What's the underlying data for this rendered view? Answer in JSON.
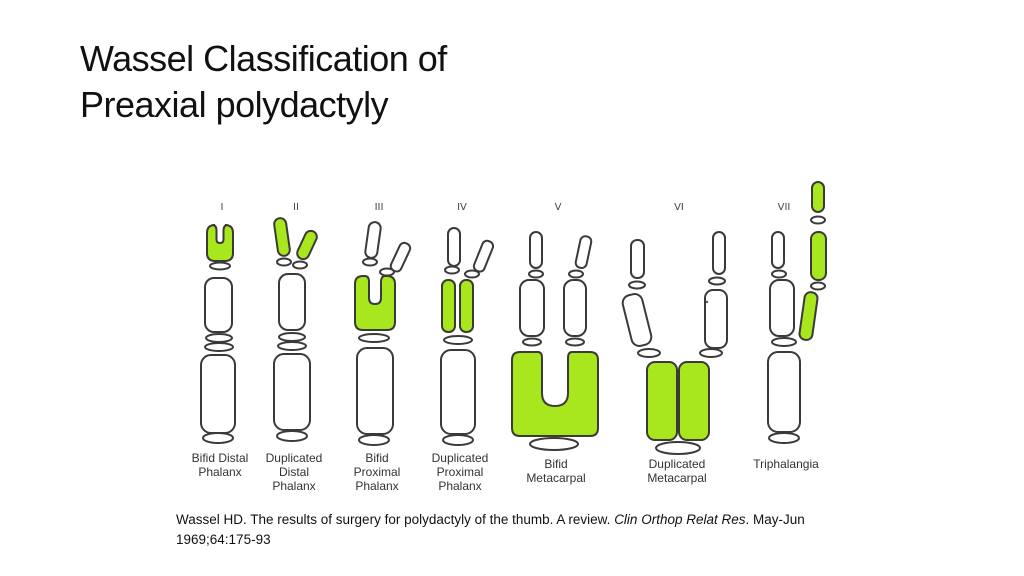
{
  "slide": {
    "title_line1": "Wassel Classification of",
    "title_line2": "Preaxial polydactyly"
  },
  "figure": {
    "highlight_color": "#a8e61d",
    "types": [
      {
        "numeral": "I",
        "caption": [
          "Bifid Distal",
          "Phalanx"
        ]
      },
      {
        "numeral": "II",
        "caption": [
          "Duplicated",
          "Distal",
          "Phalanx"
        ]
      },
      {
        "numeral": "III",
        "caption": [
          "Bifid",
          "Proximal",
          "Phalanx"
        ]
      },
      {
        "numeral": "IV",
        "caption": [
          "Duplicated",
          "Proximal",
          "Phalanx"
        ]
      },
      {
        "numeral": "V",
        "caption": [
          "Bifid",
          "Metacarpal"
        ]
      },
      {
        "numeral": "VI",
        "caption": [
          "Duplicated",
          "Metacarpal"
        ]
      },
      {
        "numeral": "VII",
        "caption": [
          "Triphalangia"
        ]
      }
    ]
  },
  "citation": {
    "text": "Wassel HD. The results of surgery for polydactyly of the thumb. A review. ",
    "journal": "Clin Orthop Relat Res",
    "details": ". May-Jun 1969;64:175-93"
  }
}
